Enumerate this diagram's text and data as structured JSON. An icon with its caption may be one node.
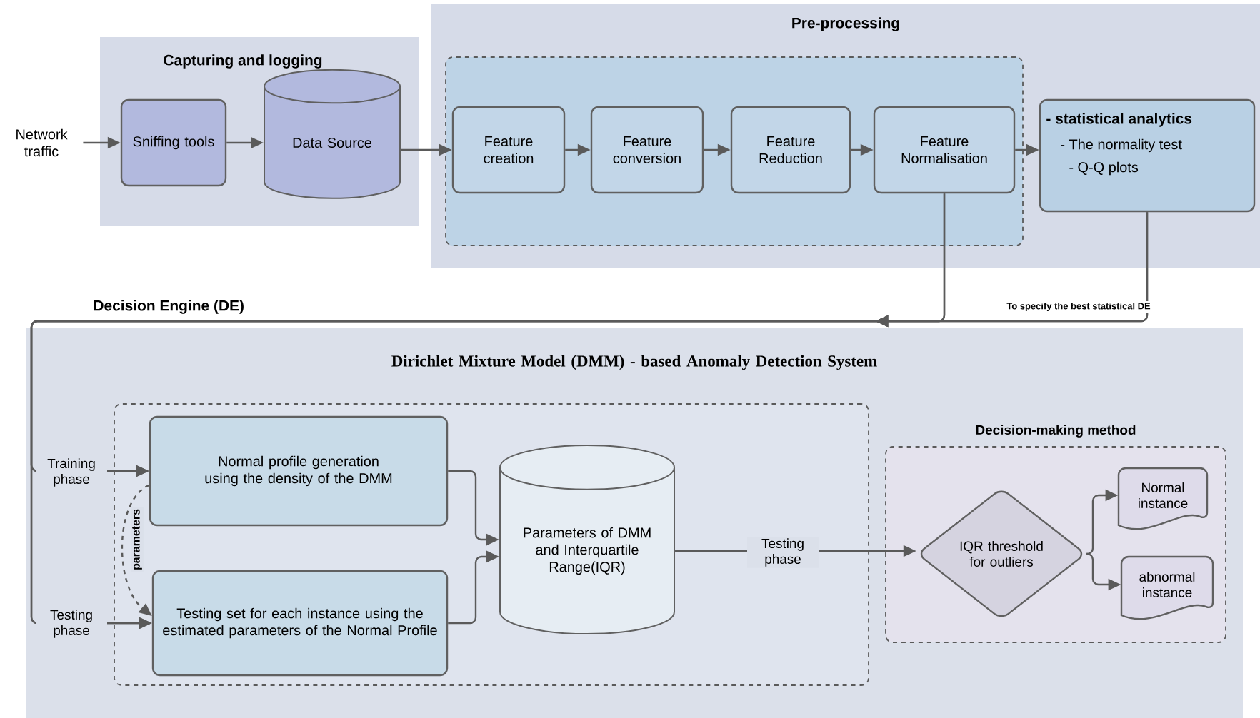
{
  "diagram": {
    "nodes": [
      {
        "text": [
          "Capturing and logging"
        ]
      },
      {
        "text": [
          "Sniffing tools"
        ],
        "in": 0
      },
      {
        "text": [
          "Data Source"
        ],
        "in": 0
      },
      {
        "text": [
          "Pre-processing"
        ]
      },
      {
        "text": [],
        "shape": "box",
        "in": 3
      },
      {
        "text": [
          "Feature creation"
        ],
        "in": 4
      },
      {
        "text": [
          "Feature conversion"
        ],
        "in": 4
      },
      {
        "text": [
          "Feature Reduction"
        ],
        "in": 4
      },
      {
        "text": [
          "Feature Normalisation"
        ],
        "in": 4
      },
      {
        "text": [
          "- statistical analytics",
          "- The normality test",
          "- Q-Q plots"
        ],
        "in": 3
      },
      {
        "text": [
          "Network traffic"
        ]
      },
      {
        "text": [
          "Decision Engine (DE)",
          "Dirichlet Mixture Model (DMM) - based Anomaly Detection System"
        ]
      },
      {
        "text": [],
        "shape": "box",
        "in": 11
      },
      {
        "text": [
          "Normal profile generation using the density of the DMM"
        ],
        "in": 12
      },
      {
        "text": [
          "Testing set for each instance using the estimated parameters of the Normal Profile"
        ],
        "in": 12
      },
      {
        "text": [
          "Parameters of DMM and Interquartile Range(IQR)"
        ],
        "in": 12
      },
      {
        "text": [
          "Decision-making method"
        ],
        "in": 11
      },
      {
        "text": [
          "IQR threshold for outliers"
        ],
        "in": 16
      },
      {
        "text": [
          "Normal instance"
        ],
        "in": 16
      },
      {
        "text": [
          "abnormal instance"
        ],
        "in": 16
      }
    ],
    "edges": [
      {
        "from": 10,
        "to": 1,
        "arrow": "to"
      },
      {
        "from": 1,
        "to": 2,
        "arrow": "to"
      },
      {
        "from": 2,
        "to": 5,
        "arrow": "to"
      },
      {
        "from": 5,
        "to": 6,
        "arrow": "to"
      },
      {
        "from": 6,
        "to": 7,
        "arrow": "to"
      },
      {
        "from": 7,
        "to": 8,
        "arrow": "to"
      },
      {
        "from": 8,
        "to": 9,
        "arrow": "to"
      },
      {
        "from": 8,
        "to": 13,
        "arrow": "to",
        "label": "Training phase"
      },
      {
        "from": 8,
        "to": 14,
        "arrow": "to",
        "label": "Testing phase"
      },
      {
        "from": 9,
        "to": 13,
        "arrow": "to",
        "label": "To specify the best statistical DE"
      },
      {
        "from": 9,
        "to": 14,
        "arrow": "to"
      },
      {
        "from": 13,
        "to": 15,
        "arrow": "to"
      },
      {
        "from": 14,
        "to": 15,
        "arrow": "to"
      },
      {
        "from": 13,
        "to": 14,
        "arrow": "to",
        "style": "dashed",
        "label": "parameters"
      },
      {
        "from": 15,
        "to": 17,
        "arrow": "to",
        "label": "Testing phase"
      },
      {
        "from": 17,
        "to": 18,
        "arrow": "to"
      },
      {
        "from": 17,
        "to": 19,
        "arrow": "to"
      }
    ]
  }
}
